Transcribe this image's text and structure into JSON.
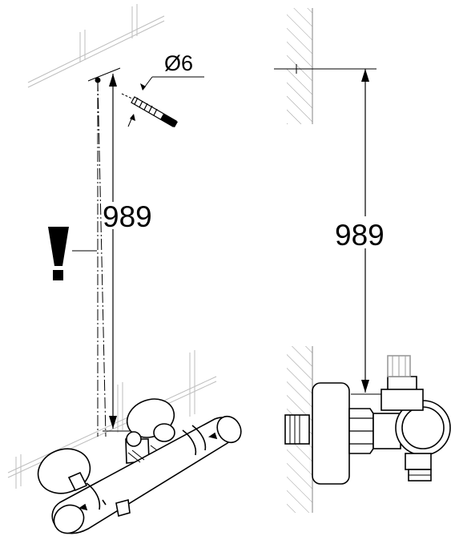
{
  "left_view": {
    "drill_label": "Ø6",
    "height_label": "989"
  },
  "right_view": {
    "height_label": "989"
  },
  "colors": {
    "line": "#000000",
    "wall_line": "#9a9a9a",
    "tile_line": "#bdbdbd",
    "background": "#ffffff"
  }
}
